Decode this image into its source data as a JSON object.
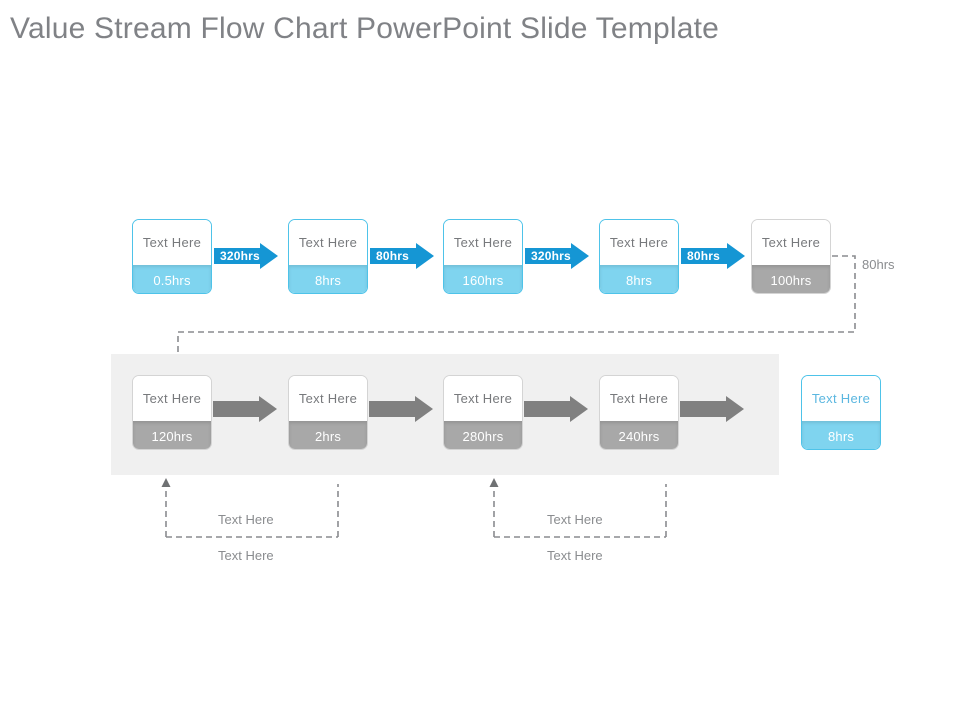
{
  "title": "Value Stream Flow Chart PowerPoint Slide Template",
  "colors": {
    "accent_blue": "#4ec3e9",
    "arrow_blue": "#1596d4",
    "node_blue_fill": "#7fd4ef",
    "node_gray_fill": "#a8a8a8",
    "arrow_gray": "#808080",
    "band_gray": "#f0f0f0",
    "text_gray": "#77797c",
    "title_gray": "#808286"
  },
  "top_row": {
    "nodes": [
      {
        "label": "Text Here",
        "hours": "0.5hrs",
        "style": "blue"
      },
      {
        "label": "Text Here",
        "hours": "8hrs",
        "style": "blue"
      },
      {
        "label": "Text Here",
        "hours": "160hrs",
        "style": "blue"
      },
      {
        "label": "Text Here",
        "hours": "8hrs",
        "style": "blue"
      },
      {
        "label": "Text Here",
        "hours": "100hrs",
        "style": "gray"
      }
    ],
    "arrows": [
      {
        "label": "320hrs"
      },
      {
        "label": "80hrs"
      },
      {
        "label": "320hrs"
      },
      {
        "label": "80hrs"
      }
    ]
  },
  "connector": {
    "label": "80hrs"
  },
  "bottom_row": {
    "nodes": [
      {
        "label": "Text Here",
        "hours": "120hrs",
        "style": "gray"
      },
      {
        "label": "Text Here",
        "hours": "2hrs",
        "style": "gray"
      },
      {
        "label": "Text Here",
        "hours": "280hrs",
        "style": "gray"
      },
      {
        "label": "Text Here",
        "hours": "240hrs",
        "style": "gray"
      }
    ],
    "final_node": {
      "label": "Text Here",
      "hours": "8hrs",
      "style": "blueout"
    }
  },
  "brackets": [
    {
      "inner_label": "Text Here",
      "outer_label": "Text Here"
    },
    {
      "inner_label": "Text Here",
      "outer_label": "Text Here"
    }
  ]
}
